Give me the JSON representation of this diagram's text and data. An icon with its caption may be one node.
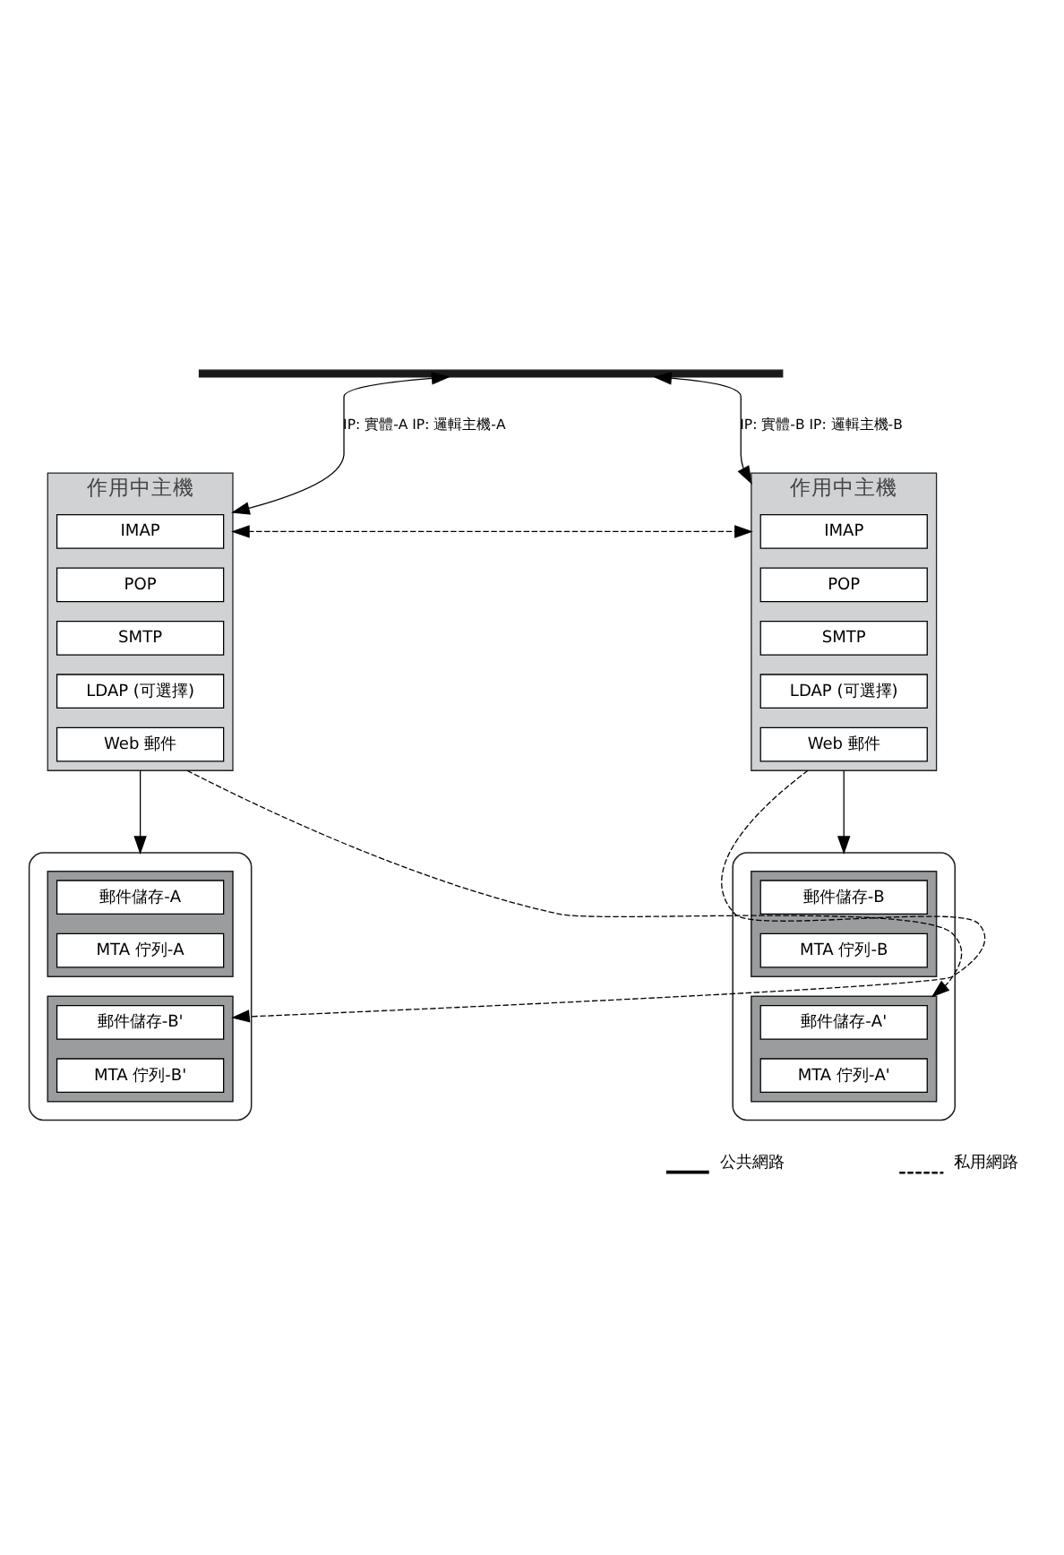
{
  "diagram": {
    "nodes": [
      {
        "text": [],
        "shape": "bar"
      },
      {
        "text": [
          "作用中主機"
        ]
      },
      {
        "text": [
          "IMAP"
        ],
        "in": 1
      },
      {
        "text": [
          "POP"
        ],
        "in": 1
      },
      {
        "text": [
          "SMTP"
        ],
        "in": 1
      },
      {
        "text": [
          "LDAP (可選擇)"
        ],
        "in": 1
      },
      {
        "text": [
          "Web 郵件"
        ],
        "in": 1
      },
      {
        "text": [
          "作用中主機"
        ]
      },
      {
        "text": [
          "IMAP"
        ],
        "in": 7
      },
      {
        "text": [
          "POP"
        ],
        "in": 7
      },
      {
        "text": [
          "SMTP"
        ],
        "in": 7
      },
      {
        "text": [
          "LDAP (可選擇)"
        ],
        "in": 7
      },
      {
        "text": [
          "Web 郵件"
        ],
        "in": 7
      },
      {
        "text": [],
        "shape": "cylinder"
      },
      {
        "text": [],
        "shape": "box",
        "in": 13
      },
      {
        "text": [
          "郵件儲存-A"
        ],
        "in": 14
      },
      {
        "text": [
          "MTA 佇列-A"
        ],
        "in": 14
      },
      {
        "text": [],
        "shape": "box",
        "in": 13
      },
      {
        "text": [
          "郵件儲存-B'"
        ],
        "in": 17
      },
      {
        "text": [
          "MTA 佇列-B'"
        ],
        "in": 17
      },
      {
        "text": [],
        "shape": "cylinder"
      },
      {
        "text": [],
        "shape": "box",
        "in": 20
      },
      {
        "text": [
          "郵件儲存-B"
        ],
        "in": 21
      },
      {
        "text": [
          "MTA 佇列-B"
        ],
        "in": 21
      },
      {
        "text": [],
        "shape": "box",
        "in": 20
      },
      {
        "text": [
          "郵件儲存-A'"
        ],
        "in": 24
      },
      {
        "text": [
          "MTA 佇列-A'"
        ],
        "in": 24
      }
    ],
    "edges": [
      {
        "from": 0,
        "to": 1,
        "arrow": "both",
        "label": "IP: 實體-A IP: 邏輯主機-A"
      },
      {
        "from": 0,
        "to": 7,
        "arrow": "both",
        "label": "IP: 實體-B IP: 邏輯主機-B"
      },
      {
        "from": 1,
        "to": 7,
        "arrow": "both",
        "style": "dashed"
      },
      {
        "from": 1,
        "to": 13,
        "arrow": "to"
      },
      {
        "from": 7,
        "to": 20,
        "arrow": "to"
      },
      {
        "from": 1,
        "to": 24,
        "arrow": "to",
        "style": "dashed"
      },
      {
        "from": 7,
        "to": 17,
        "arrow": "to",
        "style": "dashed"
      }
    ],
    "legend": [
      {
        "text": "公共網路"
      },
      {
        "text": "私用網路"
      }
    ]
  }
}
